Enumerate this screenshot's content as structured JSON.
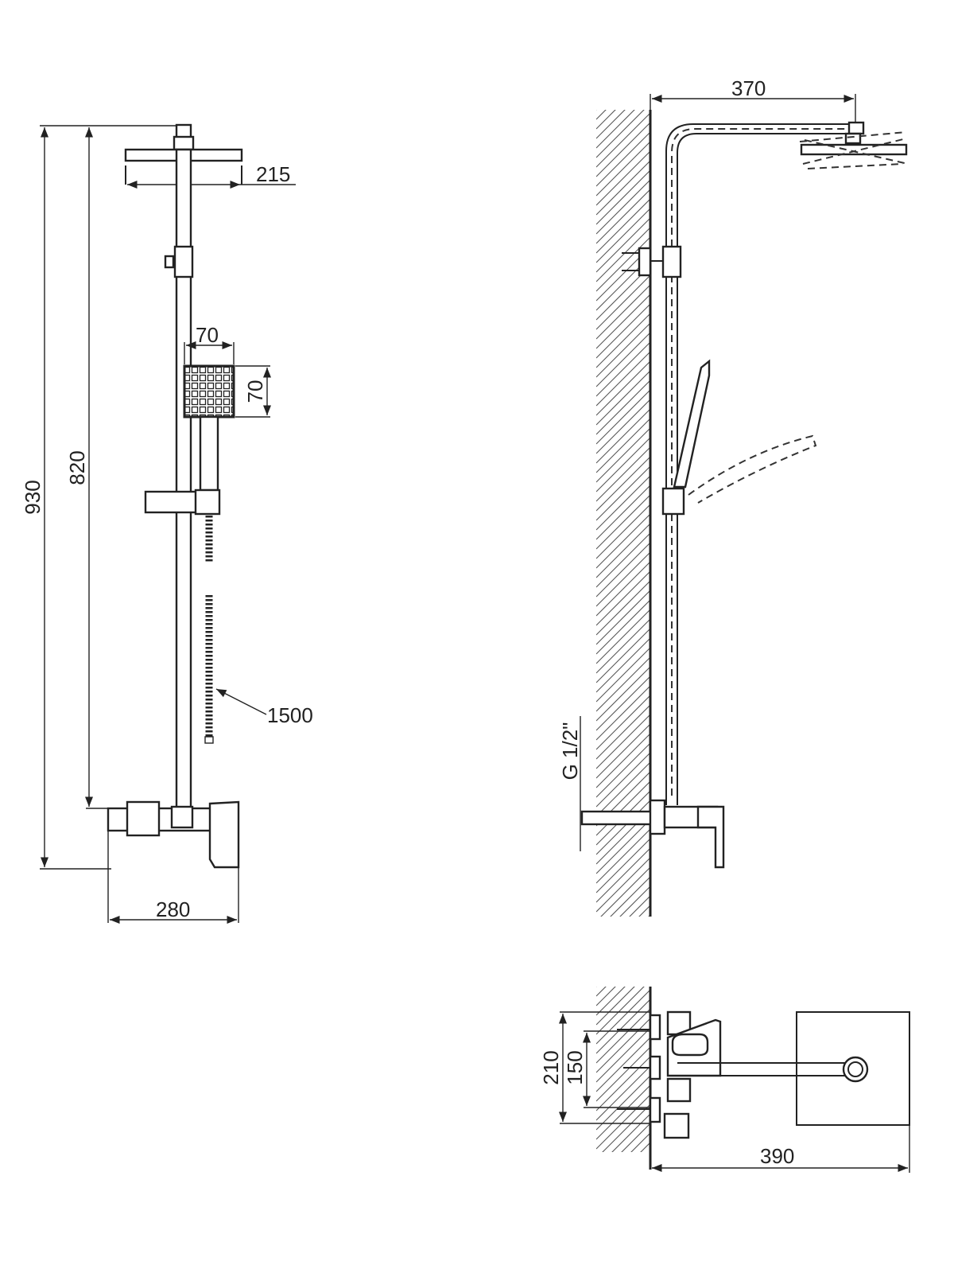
{
  "dimensions": {
    "head_width": "215",
    "total_height": "930",
    "bar_height": "820",
    "hand_width": "70",
    "hand_height": "70",
    "hose_length": "1500",
    "mixer_width": "280",
    "arm_reach": "370",
    "inlet_thread": "G 1/2\"",
    "inlet_spacing_outer": "210",
    "inlet_spacing_inner": "150",
    "top_depth": "390"
  }
}
